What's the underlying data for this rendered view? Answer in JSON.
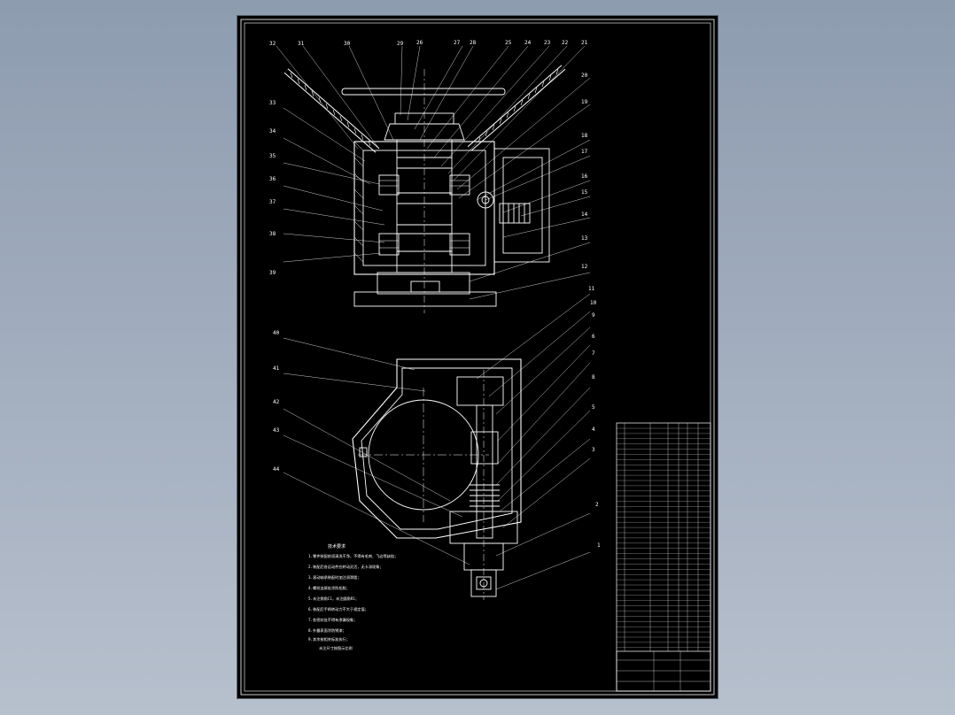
{
  "colors": {
    "background_gradient_top": "#8e9cb0",
    "background_gradient_bottom": "#b7c0cd",
    "sheet": "#000000",
    "line": "#ffffff"
  },
  "balloons_top": [
    "32",
    "31",
    "30",
    "29",
    "26",
    "27",
    "28",
    "25",
    "24",
    "23",
    "22",
    "21",
    "20",
    "19",
    "18",
    "17",
    "16",
    "15",
    "14",
    "13",
    "12"
  ],
  "balloons_left_upper": [
    "33",
    "34",
    "35",
    "36",
    "37",
    "38",
    "39"
  ],
  "balloons_right_lower": [
    "11",
    "10",
    "9",
    "6",
    "7",
    "8",
    "5",
    "4",
    "3",
    "2",
    "1"
  ],
  "balloons_left_lower": [
    "40",
    "41",
    "42",
    "43",
    "44"
  ],
  "technical_requirements": {
    "title": "技术要求",
    "lines": [
      "1.零件装配前须清洗干净，不得有毛刺、飞边等缺陷；",
      "2.装配后各运动件应转动灵活，无卡滞现象；",
      "3.滚动轴承装配时加注润滑脂；",
      "4.螺纹连接处涂防松胶；",
      "5.未注倒角C1，未注圆角R1；",
      "6.装配后手柄转动力不大于规定值；",
      "7.各密封处不得有渗漏现象；",
      "8.外露表面涂防锈漆；",
      "9.其余按相关标准执行；",
      "未注尺寸按图示比例"
    ]
  }
}
